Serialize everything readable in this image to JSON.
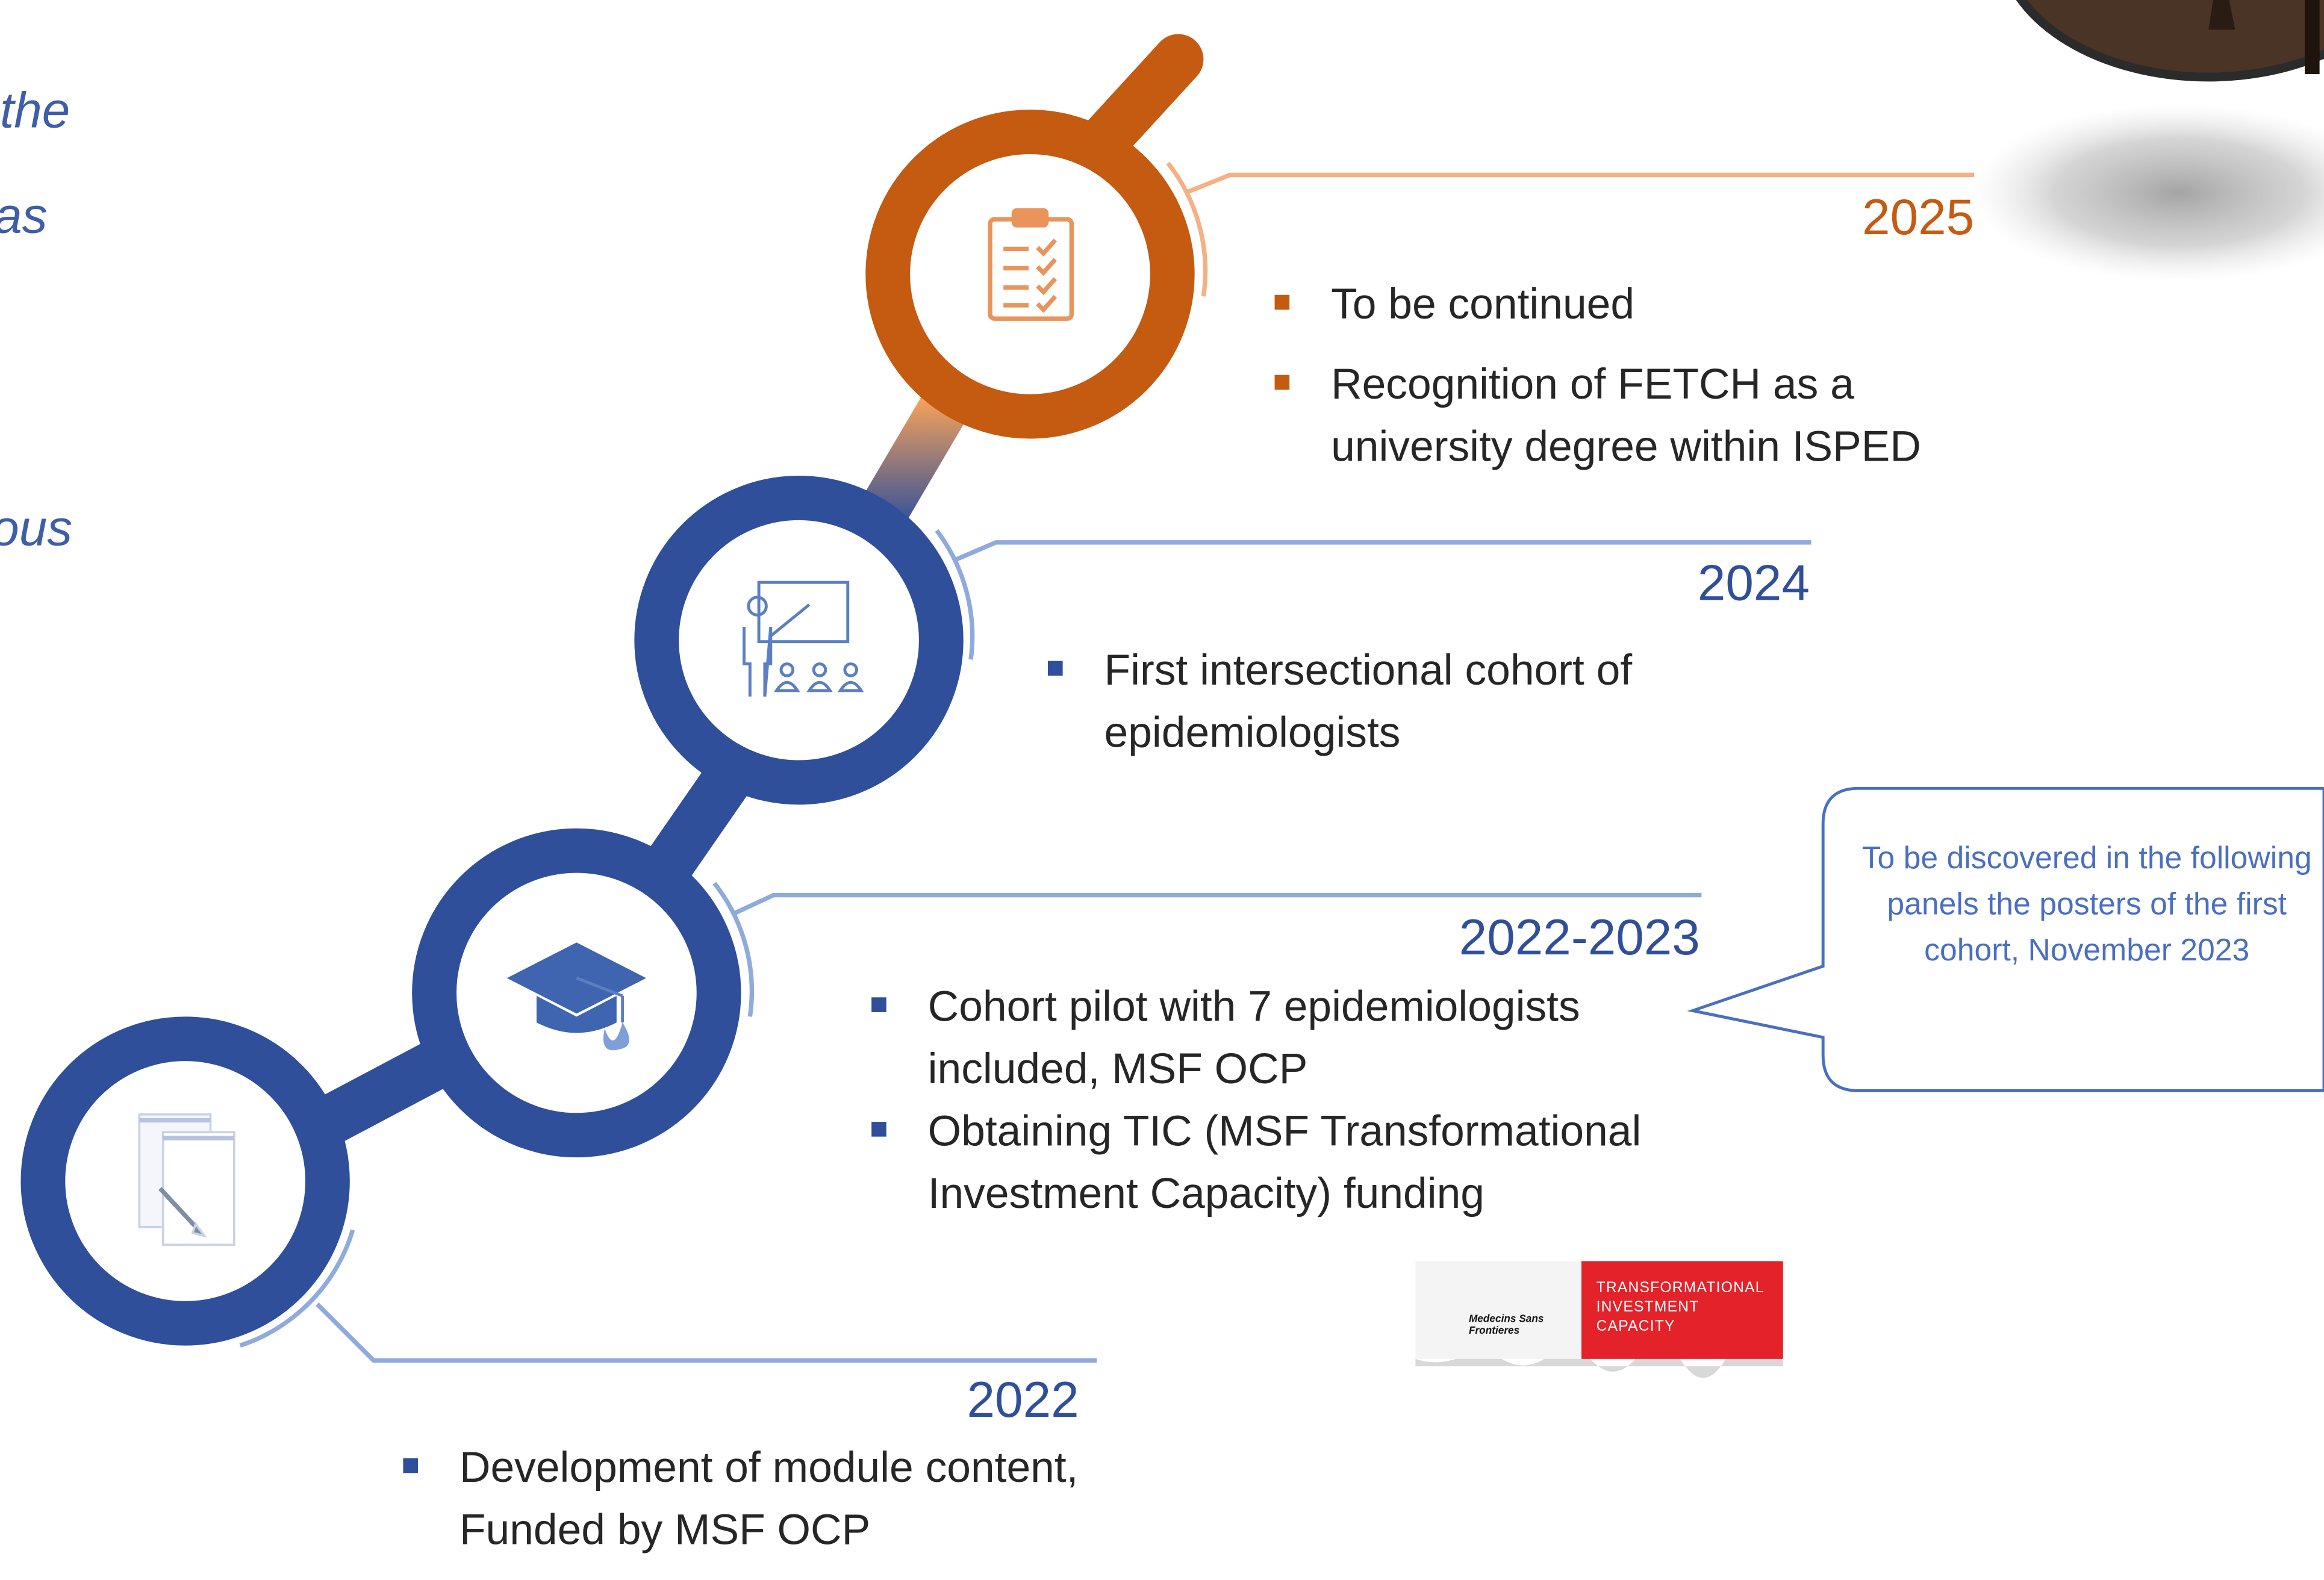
{
  "side_texts": [
    "the",
    "as",
    "ous"
  ],
  "milestones": [
    {
      "year": "2025",
      "color": "#c55a11",
      "items": [
        "To be continued",
        "Recognition of FETCH as a university degree within ISPED"
      ]
    },
    {
      "year": "2024",
      "color": "#2f4f9b",
      "items": [
        "First intersectional cohort of epidemiologists"
      ]
    },
    {
      "year": "2022-2023",
      "color": "#2f4f9b",
      "items": [
        "Cohort pilot with 7 epidemiologists included, MSF OCP",
        "Obtaining TIC (MSF Transformational Investment Capacity) funding"
      ]
    },
    {
      "year": "2022",
      "color": "#2f4f9b",
      "items": [
        "Development of module content, Funded by MSF OCP"
      ]
    }
  ],
  "callout": {
    "text": "To be discovered in the following panels the posters of the first cohort, November 2023"
  },
  "logo": {
    "msf_text": "Medecins Sans Frontieres",
    "tic_text": "Transformational Investment Capacity"
  },
  "icons": [
    "clipboard-checklist-icon",
    "teacher-board-icon",
    "graduation-cap-icon",
    "document-pen-icon"
  ],
  "colors": {
    "orange": "#c55a11",
    "orange_light": "#f4b183",
    "blue": "#2f4f9b",
    "blue_light": "#8faadc",
    "callout_text": "#4a6fc0"
  }
}
